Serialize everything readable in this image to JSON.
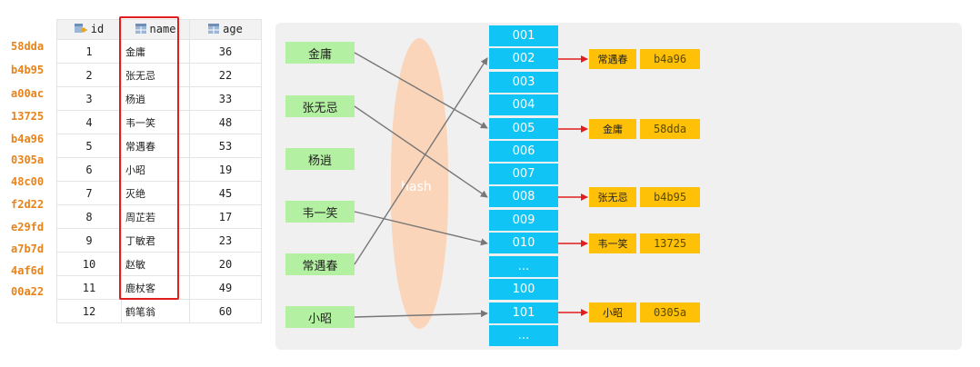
{
  "table": {
    "headers": {
      "id": "id",
      "name": "name",
      "age": "age"
    },
    "addresses": [
      "58dda",
      "b4b95",
      "a00ac",
      "13725",
      "b4a96",
      "0305a",
      "48c00",
      "f2d22",
      "e29fd",
      "a7b7d",
      "4af6d",
      "00a22"
    ],
    "rows": [
      {
        "id": "1",
        "name": "金庸",
        "age": "36"
      },
      {
        "id": "2",
        "name": "张无忌",
        "age": "22"
      },
      {
        "id": "3",
        "name": "杨逍",
        "age": "33"
      },
      {
        "id": "4",
        "name": "韦一笑",
        "age": "48"
      },
      {
        "id": "5",
        "name": "常遇春",
        "age": "53"
      },
      {
        "id": "6",
        "name": "小昭",
        "age": "19"
      },
      {
        "id": "7",
        "name": "灭绝",
        "age": "45"
      },
      {
        "id": "8",
        "name": "周芷若",
        "age": "17"
      },
      {
        "id": "9",
        "name": "丁敏君",
        "age": "23"
      },
      {
        "id": "10",
        "name": "赵敏",
        "age": "20"
      },
      {
        "id": "11",
        "name": "鹿杖客",
        "age": "49"
      },
      {
        "id": "12",
        "name": "鹤笔翁",
        "age": "60"
      }
    ]
  },
  "diagram": {
    "hash_label": "hash",
    "keys": [
      "金庸",
      "张无忌",
      "杨逍",
      "韦一笑",
      "常遇春",
      "小昭"
    ],
    "buckets": [
      "001",
      "002",
      "003",
      "004",
      "005",
      "006",
      "007",
      "008",
      "009",
      "010",
      "...",
      "100",
      "101",
      "..."
    ],
    "values": [
      {
        "name": "常遇春",
        "addr": "b4a96"
      },
      {
        "name": "金庸",
        "addr": "58dda"
      },
      {
        "name": "张无忌",
        "addr": "b4b95"
      },
      {
        "name": "韦一笑",
        "addr": "13725"
      },
      {
        "name": "小昭",
        "addr": "0305a"
      }
    ],
    "colors": {
      "key_box": "#b3f0a1",
      "bucket": "#10c5f5",
      "value_box": "#ffc107",
      "arrow_red": "#e01e1e",
      "arrow_gray": "#777777",
      "hash_lens": "#fbd3b6",
      "highlight_border": "#e01e1e",
      "address_text": "#e8831b"
    }
  }
}
